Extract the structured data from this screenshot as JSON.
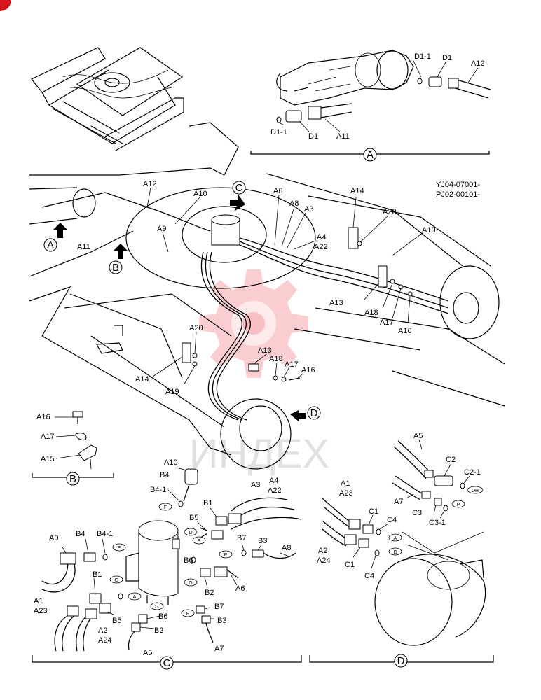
{
  "document_codes": [
    "YJ04-07001-",
    "PJ02-00101-"
  ],
  "watermark_text": "ИНДЕХ",
  "colors": {
    "watermark": "#e8202a",
    "ink": "#000000",
    "corner_badge": "#d6151f"
  },
  "views": {
    "A": {
      "marker": "A",
      "labels": [
        "D1-1",
        "D1",
        "A12",
        "D1-1",
        "D1",
        "A11"
      ]
    },
    "B": {
      "marker": "B",
      "labels": [
        "A16",
        "A17",
        "A15"
      ]
    },
    "C": {
      "marker": "C",
      "labels": [
        "A10",
        "B4",
        "B4-1",
        "B1",
        "B5",
        "A3",
        "A4",
        "A22",
        "A9",
        "B4",
        "B4-1",
        "B7",
        "B3",
        "A8",
        "B6",
        "B2",
        "A6",
        "B1",
        "B5",
        "B6",
        "B2",
        "B7",
        "B3",
        "A1",
        "A23",
        "A2",
        "A24",
        "A5",
        "A7"
      ],
      "ovals": [
        "F",
        "D",
        "B",
        "E",
        "P",
        "C",
        "G",
        "A",
        "G",
        "P"
      ]
    },
    "D": {
      "marker": "D",
      "labels": [
        "A5",
        "C2",
        "C2-1",
        "A7",
        "C3",
        "C3-1",
        "A1",
        "A23",
        "C1",
        "C4",
        "A2",
        "A24",
        "C1",
        "C4"
      ],
      "ovals": [
        "DR",
        "P",
        "A",
        "B"
      ]
    }
  },
  "main_view": {
    "labels": [
      "A12",
      "A10",
      "A6",
      "A8",
      "A3",
      "A4",
      "A22",
      "A9",
      "A11",
      "A14",
      "A20",
      "A19",
      "A13",
      "A18",
      "A17",
      "A16",
      "A20",
      "A14",
      "A19",
      "A13",
      "A18",
      "A17",
      "A16"
    ],
    "markers": [
      "C",
      "A",
      "B",
      "D"
    ]
  }
}
